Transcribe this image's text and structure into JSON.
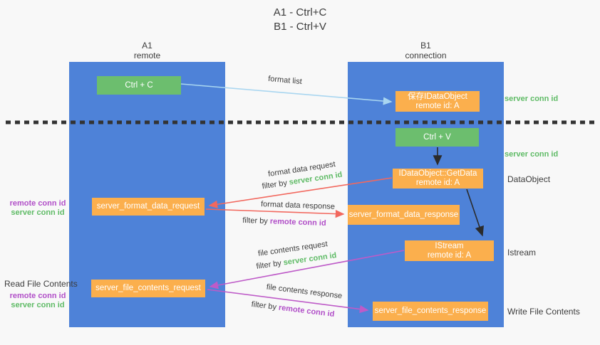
{
  "title": {
    "line1": "A1 - Ctrl+C",
    "line2": "B1 - Ctrl+V"
  },
  "lanes": {
    "a1": {
      "name": "A1",
      "subtitle": "remote"
    },
    "b1": {
      "name": "B1",
      "subtitle": "connection"
    }
  },
  "nodes": {
    "ctrl_c": "Ctrl + C",
    "ctrl_v": "Ctrl + V",
    "save_dataobject": {
      "line1": "保存IDataObject",
      "line2": "remote id: A"
    },
    "getdata": {
      "line1": "IDataObject::GetData",
      "line2": "remote id: A"
    },
    "istream": {
      "line1": "IStream",
      "line2": "remote id: A"
    },
    "format_request": "server_format_data_request",
    "format_response": "server_format_data_response",
    "file_request": "server_file_contents_request",
    "file_response": "server_file_contents_response"
  },
  "side_labels": {
    "server_conn_id_top": "server conn id",
    "server_conn_id_mid": "server conn id",
    "dataobject": "DataObject",
    "istream": "Istream",
    "write_file_contents": "Write File Contents",
    "read_file_contents": "Read File Contents",
    "format_ids": {
      "remote": "remote conn id",
      "server": "server conn id"
    },
    "file_ids": {
      "remote": "remote conn id",
      "server": "server conn id"
    }
  },
  "arrow_labels": {
    "format_list": "format list",
    "format_data_request": "format data request",
    "format_data_request_filter": {
      "prefix": "filter by ",
      "id": "server conn id"
    },
    "format_data_response": "format data response",
    "format_data_response_filter": {
      "prefix": "filter by ",
      "id": "remote conn id"
    },
    "file_contents_request": "file contents request",
    "file_contents_request_filter": {
      "prefix": "filter by ",
      "id": "server conn id"
    },
    "file_contents_response": "file contents response",
    "file_contents_response_filter": {
      "prefix": "filter by ",
      "id": "remote conn id"
    }
  },
  "colors": {
    "lane_blue": "#4E82D8",
    "box_green": "#6CBE6E",
    "box_orange": "#FBAF4D",
    "arrow_lightblue": "#A9D6F0",
    "arrow_red": "#F2685E",
    "arrow_magenta": "#BE5BC8",
    "arrow_black": "#2B2B2B",
    "label_green": "#5FBB66",
    "label_purple": "#B14FC8",
    "text_dark": "#3C3C3C",
    "background": "#F8F8F8"
  }
}
